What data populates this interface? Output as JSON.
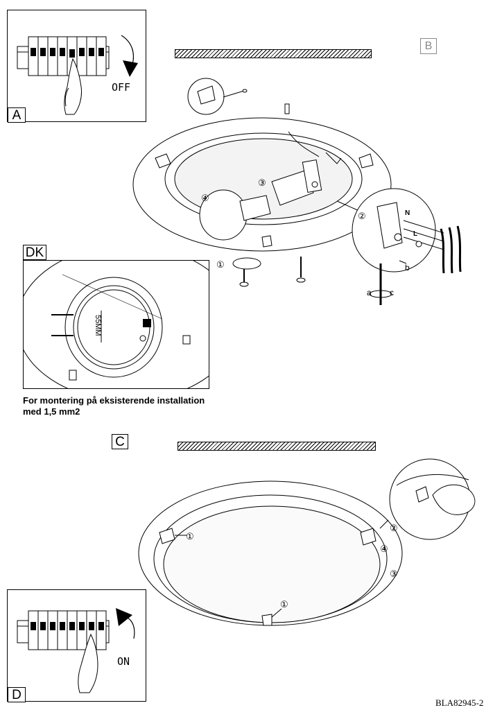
{
  "panels": {
    "a": {
      "label": "A",
      "switch_text": "OFF"
    },
    "b": {
      "label": "B"
    },
    "dk": {
      "label": "DK",
      "dimension_text": "55MM"
    },
    "c": {
      "label": "C"
    },
    "d": {
      "label": "D",
      "switch_text": "ON"
    }
  },
  "note": {
    "line1": "For montering på  eksisterende installation",
    "line2": "med 1,5 mm2"
  },
  "step_markers": {
    "s1": "①",
    "s2": "②",
    "s3": "③",
    "s4": "④"
  },
  "wire_labels": {
    "n": "N",
    "l": "L"
  },
  "tool_labels": {
    "a": "a",
    "b": "b",
    "c": "c"
  },
  "doc_code": "BLA82945-2"
}
